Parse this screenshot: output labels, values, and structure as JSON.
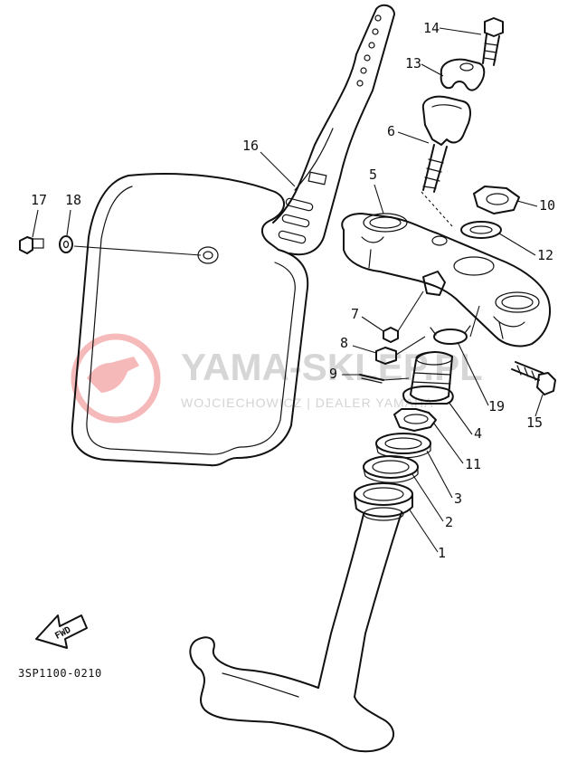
{
  "figure_code": "3SP1100-0210",
  "direction_label": "FWD",
  "watermark": {
    "main": "YAMA-SKLEP.PL",
    "sub": "WOJCIECHOWICZ | DEALER YAMAHA"
  },
  "callouts": [
    "1",
    "2",
    "3",
    "4",
    "5",
    "6",
    "7",
    "8",
    "9",
    "10",
    "11",
    "12",
    "13",
    "14",
    "15",
    "16",
    "17",
    "18",
    "19"
  ],
  "colors": {
    "line": "#111111",
    "watermark_red": "#e8383d",
    "watermark_gray": "#c9c9c9"
  }
}
